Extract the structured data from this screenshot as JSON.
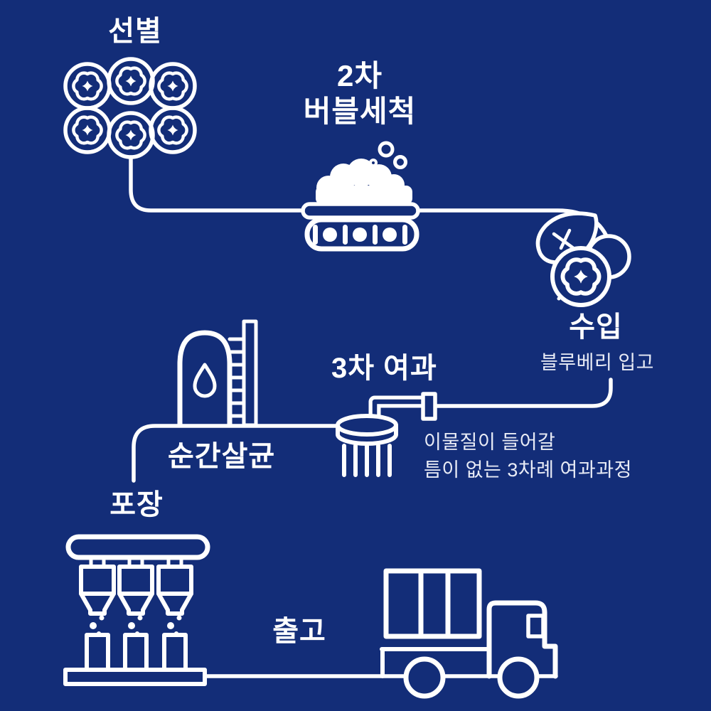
{
  "colors": {
    "background": "#132d78",
    "line": "#ffffff",
    "subtext": "#e9ecf6"
  },
  "steps": {
    "sorting": {
      "title": "선별"
    },
    "bubble_wash": {
      "title_line1": "2차",
      "title_line2": "버블세척"
    },
    "import": {
      "title": "수입",
      "subtitle": "블루베리 입고"
    },
    "filtration": {
      "title": "3차 여과",
      "note_line1": "이물질이 들어갈",
      "note_line2": "틈이 없는 3차례 여과과정"
    },
    "sterilization": {
      "title": "순간살균"
    },
    "packaging": {
      "title": "포장"
    },
    "shipping": {
      "title": "출고"
    }
  },
  "icons": {
    "sorting": "blueberries-grid-icon",
    "bubble_wash": "bubble-washer-icon",
    "import": "blueberry-with-leaf-icon",
    "filtration": "filter-shower-icon",
    "sterilization": "sterilizer-tank-icon",
    "packaging": "filling-machine-icon",
    "shipping": "delivery-truck-icon"
  }
}
